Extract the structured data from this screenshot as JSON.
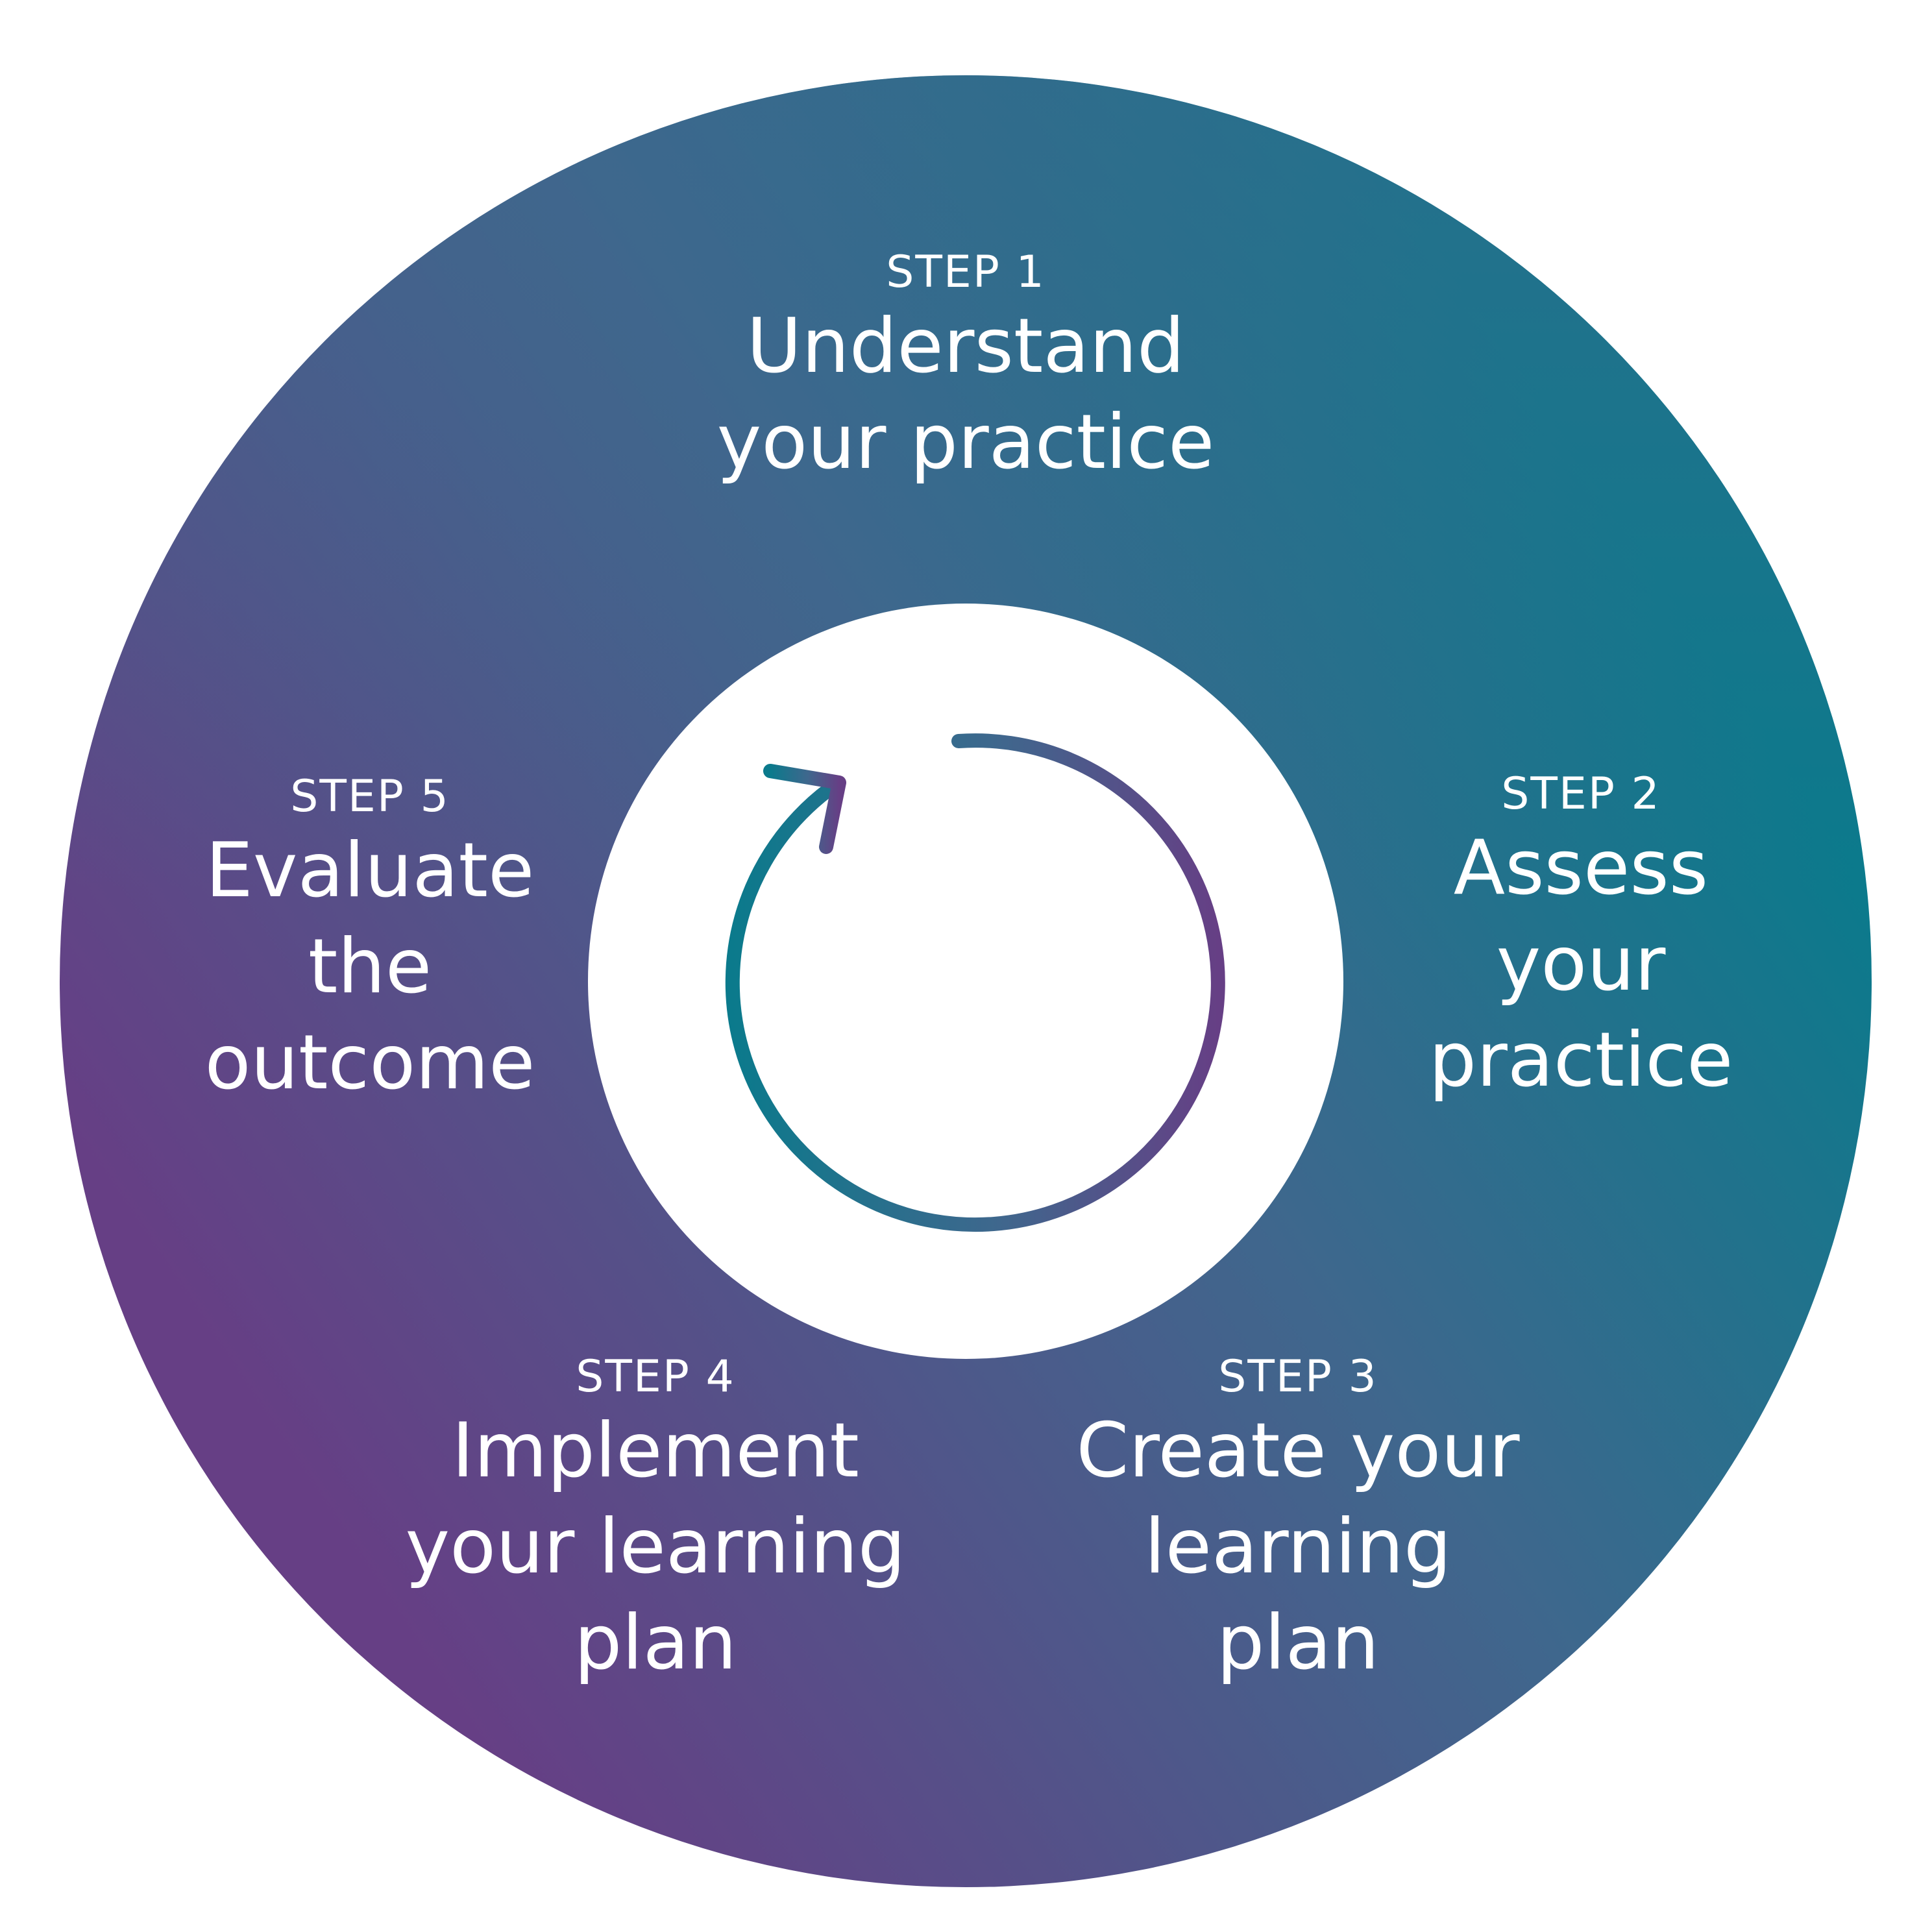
{
  "colors": {
    "gradient_teal": "#0b7a8c",
    "gradient_slate": "#3f678d",
    "gradient_purple": "#663f85",
    "center_background": "#ffffff",
    "text": "#ffffff"
  },
  "center_icon": "cycle-arrow-icon",
  "steps": [
    {
      "label": "STEP 1",
      "title": "Understand\nyour practice"
    },
    {
      "label": "STEP 2",
      "title": "Assess\nyour\npractice"
    },
    {
      "label": "STEP 3",
      "title": "Create your\nlearning\nplan"
    },
    {
      "label": "STEP 4",
      "title": "Implement\nyour learning\nplan"
    },
    {
      "label": "STEP 5",
      "title": "Evaluate\nthe\noutcome"
    }
  ]
}
